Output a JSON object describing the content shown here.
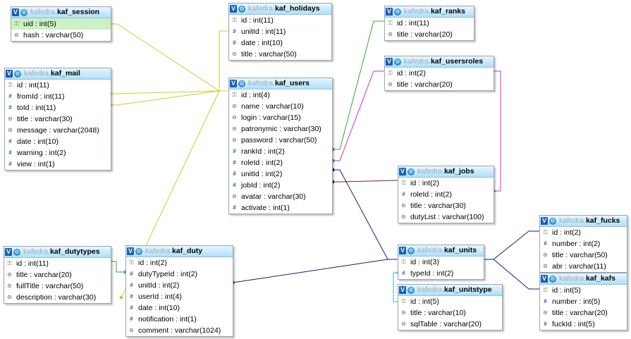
{
  "schema": "kafedra",
  "colors": {
    "yellow_link": "#cccc33",
    "green_link": "#33aa33",
    "magenta_link": "#cc33cc",
    "navy_link": "#1a1a80",
    "darkred_link": "#802020",
    "cyan_link": "#33bbbb"
  },
  "tables": [
    {
      "id": "kaf_session",
      "db": "kafedra.",
      "name": "kaf_session",
      "columns": [
        {
          "label": "uid : int(5)",
          "icon": "key",
          "selected": true
        },
        {
          "label": "hash : varchar(50)",
          "icon": "text"
        }
      ]
    },
    {
      "id": "kaf_holidays",
      "db": "kafedra.",
      "name": "kaf_holidays",
      "columns": [
        {
          "label": "id : int(11)",
          "icon": "key"
        },
        {
          "label": "unitId : int(11)",
          "icon": "num"
        },
        {
          "label": "date : int(10)",
          "icon": "num"
        },
        {
          "label": "title : varchar(50)",
          "icon": "text"
        }
      ]
    },
    {
      "id": "kaf_ranks",
      "db": "kafedra.",
      "name": "kaf_ranks",
      "columns": [
        {
          "label": "id : int(11)",
          "icon": "key"
        },
        {
          "label": "title : varchar(20)",
          "icon": "text"
        }
      ]
    },
    {
      "id": "kaf_usersroles",
      "db": "kafedra.",
      "name": "kaf_usersroles",
      "columns": [
        {
          "label": "id : int(2)",
          "icon": "key"
        },
        {
          "label": "title : varchar(20)",
          "icon": "text"
        }
      ]
    },
    {
      "id": "kaf_mail",
      "db": "kafedra.",
      "name": "kaf_mail",
      "columns": [
        {
          "label": "id : int(11)",
          "icon": "key"
        },
        {
          "label": "fromId : int(11)",
          "icon": "num"
        },
        {
          "label": "toId : int(11)",
          "icon": "num"
        },
        {
          "label": "title : varchar(30)",
          "icon": "text"
        },
        {
          "label": "message : varchar(2048)",
          "icon": "text"
        },
        {
          "label": "date : int(10)",
          "icon": "num"
        },
        {
          "label": "warning : int(2)",
          "icon": "num"
        },
        {
          "label": "view : int(1)",
          "icon": "num"
        }
      ]
    },
    {
      "id": "kaf_users",
      "db": "kafedra.",
      "name": "kaf_users",
      "columns": [
        {
          "label": "id : int(4)",
          "icon": "key"
        },
        {
          "label": "name : varchar(10)",
          "icon": "text"
        },
        {
          "label": "login : varchar(15)",
          "icon": "text"
        },
        {
          "label": "patronymic : varchar(30)",
          "icon": "text"
        },
        {
          "label": "password : varchar(50)",
          "icon": "text"
        },
        {
          "label": "rankId : int(2)",
          "icon": "num"
        },
        {
          "label": "roleId : int(2)",
          "icon": "num"
        },
        {
          "label": "unitId : int(2)",
          "icon": "num"
        },
        {
          "label": "jobId : int(2)",
          "icon": "num"
        },
        {
          "label": "avatar : varchar(30)",
          "icon": "text"
        },
        {
          "label": "activate : int(1)",
          "icon": "num"
        }
      ]
    },
    {
      "id": "kaf_jobs",
      "db": "kafedra.",
      "name": "kaf_jobs",
      "columns": [
        {
          "label": "id : int(2)",
          "icon": "key"
        },
        {
          "label": "roleId : int(2)",
          "icon": "num"
        },
        {
          "label": "title : varchar(30)",
          "icon": "text"
        },
        {
          "label": "dutyList : varchar(100)",
          "icon": "text"
        }
      ]
    },
    {
      "id": "kaf_fucks",
      "db": "kafedra.",
      "name": "kaf_fucks",
      "columns": [
        {
          "label": "id : int(2)",
          "icon": "key"
        },
        {
          "label": "number : int(2)",
          "icon": "num"
        },
        {
          "label": "title : varchar(50)",
          "icon": "text"
        },
        {
          "label": "abr : varchar(11)",
          "icon": "text"
        }
      ]
    },
    {
      "id": "kaf_dutytypes",
      "db": "kafedra.",
      "name": "kaf_dutytypes",
      "columns": [
        {
          "label": "id : int(11)",
          "icon": "key"
        },
        {
          "label": "title : varchar(20)",
          "icon": "text"
        },
        {
          "label": "fullTitle : varchar(50)",
          "icon": "text"
        },
        {
          "label": "description : varchar(30)",
          "icon": "text"
        }
      ]
    },
    {
      "id": "kaf_duty",
      "db": "kafedra.",
      "name": "kaf_duty",
      "columns": [
        {
          "label": "id : int(2)",
          "icon": "key"
        },
        {
          "label": "dutyTypeId : int(2)",
          "icon": "num"
        },
        {
          "label": "unitId : int(2)",
          "icon": "num"
        },
        {
          "label": "userId : int(4)",
          "icon": "num"
        },
        {
          "label": "date : int(10)",
          "icon": "num"
        },
        {
          "label": "notification : int(1)",
          "icon": "num"
        },
        {
          "label": "comment : varchar(1024)",
          "icon": "text"
        }
      ]
    },
    {
      "id": "kaf_units",
      "db": "kafedra.",
      "name": "kaf_units",
      "columns": [
        {
          "label": "id : int(3)",
          "icon": "key"
        },
        {
          "label": "typeId : int(2)",
          "icon": "num"
        }
      ]
    },
    {
      "id": "kaf_unitstype",
      "db": "kafedra.",
      "name": "kaf_unitstype",
      "columns": [
        {
          "label": "id : int(5)",
          "icon": "key"
        },
        {
          "label": "title : varchar(10)",
          "icon": "text"
        },
        {
          "label": "sqlTable : varchar(20)",
          "icon": "text"
        }
      ]
    },
    {
      "id": "kaf_kafs",
      "db": "kafedra.",
      "name": "kaf_kafs",
      "columns": [
        {
          "label": "id : int(5)",
          "icon": "key"
        },
        {
          "label": "number : int(5)",
          "icon": "num"
        },
        {
          "label": "title : varchar(20)",
          "icon": "text"
        },
        {
          "label": "fuckId : int(5)",
          "icon": "num"
        }
      ]
    }
  ]
}
